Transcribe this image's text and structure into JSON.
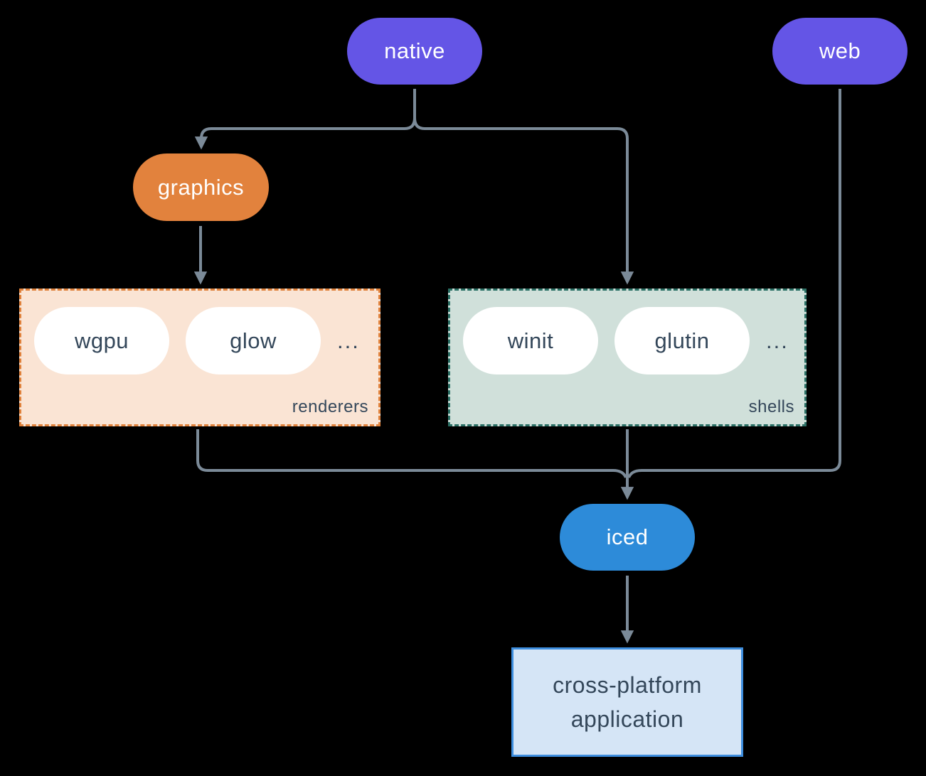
{
  "diagram": {
    "colors": {
      "background": "#000000",
      "violet": "#6455e6",
      "orange": "#e2823d",
      "blue": "#2d8bd9",
      "peach_bg": "#fae4d4",
      "peach_border": "#e0823c",
      "sage_bg": "#d0e0da",
      "sage_border": "#2b7065",
      "app_bg": "#d5e5f6",
      "app_border": "#3e8ede",
      "pill_bg": "#ffffff",
      "dark_text": "#34475a",
      "white_text": "#ffffff",
      "connector": "#7b8a98"
    },
    "nodes": {
      "native": {
        "label": "native"
      },
      "web": {
        "label": "web"
      },
      "graphics": {
        "label": "graphics"
      },
      "iced": {
        "label": "iced"
      },
      "application": {
        "line1": "cross-platform",
        "line2": "application"
      }
    },
    "groups": {
      "renderers": {
        "label": "renderers",
        "items": [
          "wgpu",
          "glow"
        ],
        "ellipsis": "..."
      },
      "shells": {
        "label": "shells",
        "items": [
          "winit",
          "glutin"
        ],
        "ellipsis": "..."
      }
    }
  }
}
